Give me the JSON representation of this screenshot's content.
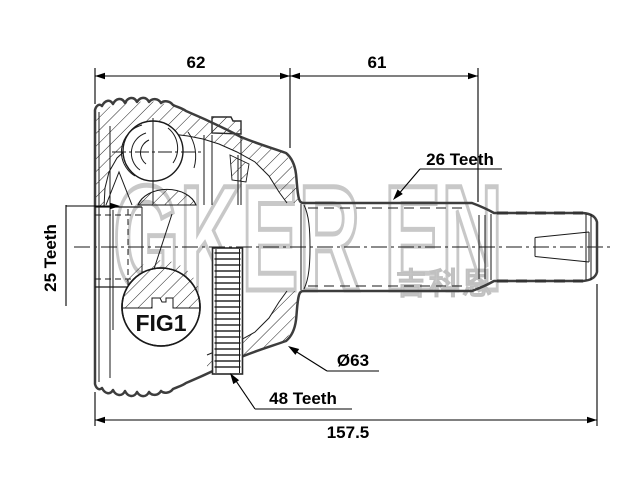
{
  "drawing": {
    "figure_label": "FIG1",
    "dimensions": {
      "bell_length": "62",
      "shaft_length": "61",
      "overall_length": "157.5",
      "boot_diameter": "Ø63"
    },
    "splines": {
      "inner_spline": "25 Teeth",
      "shaft_spline": "26 Teeth",
      "abs_ring": "48 Teeth"
    },
    "watermark": {
      "latin": "GKER EN",
      "cjk": "吉科恩"
    },
    "colors": {
      "outline": "#3d3d3d",
      "detail_line": "#1a1a1a",
      "dimension_line": "#000000",
      "watermark_gray": "#c6c6c6",
      "background": "#ffffff"
    }
  }
}
